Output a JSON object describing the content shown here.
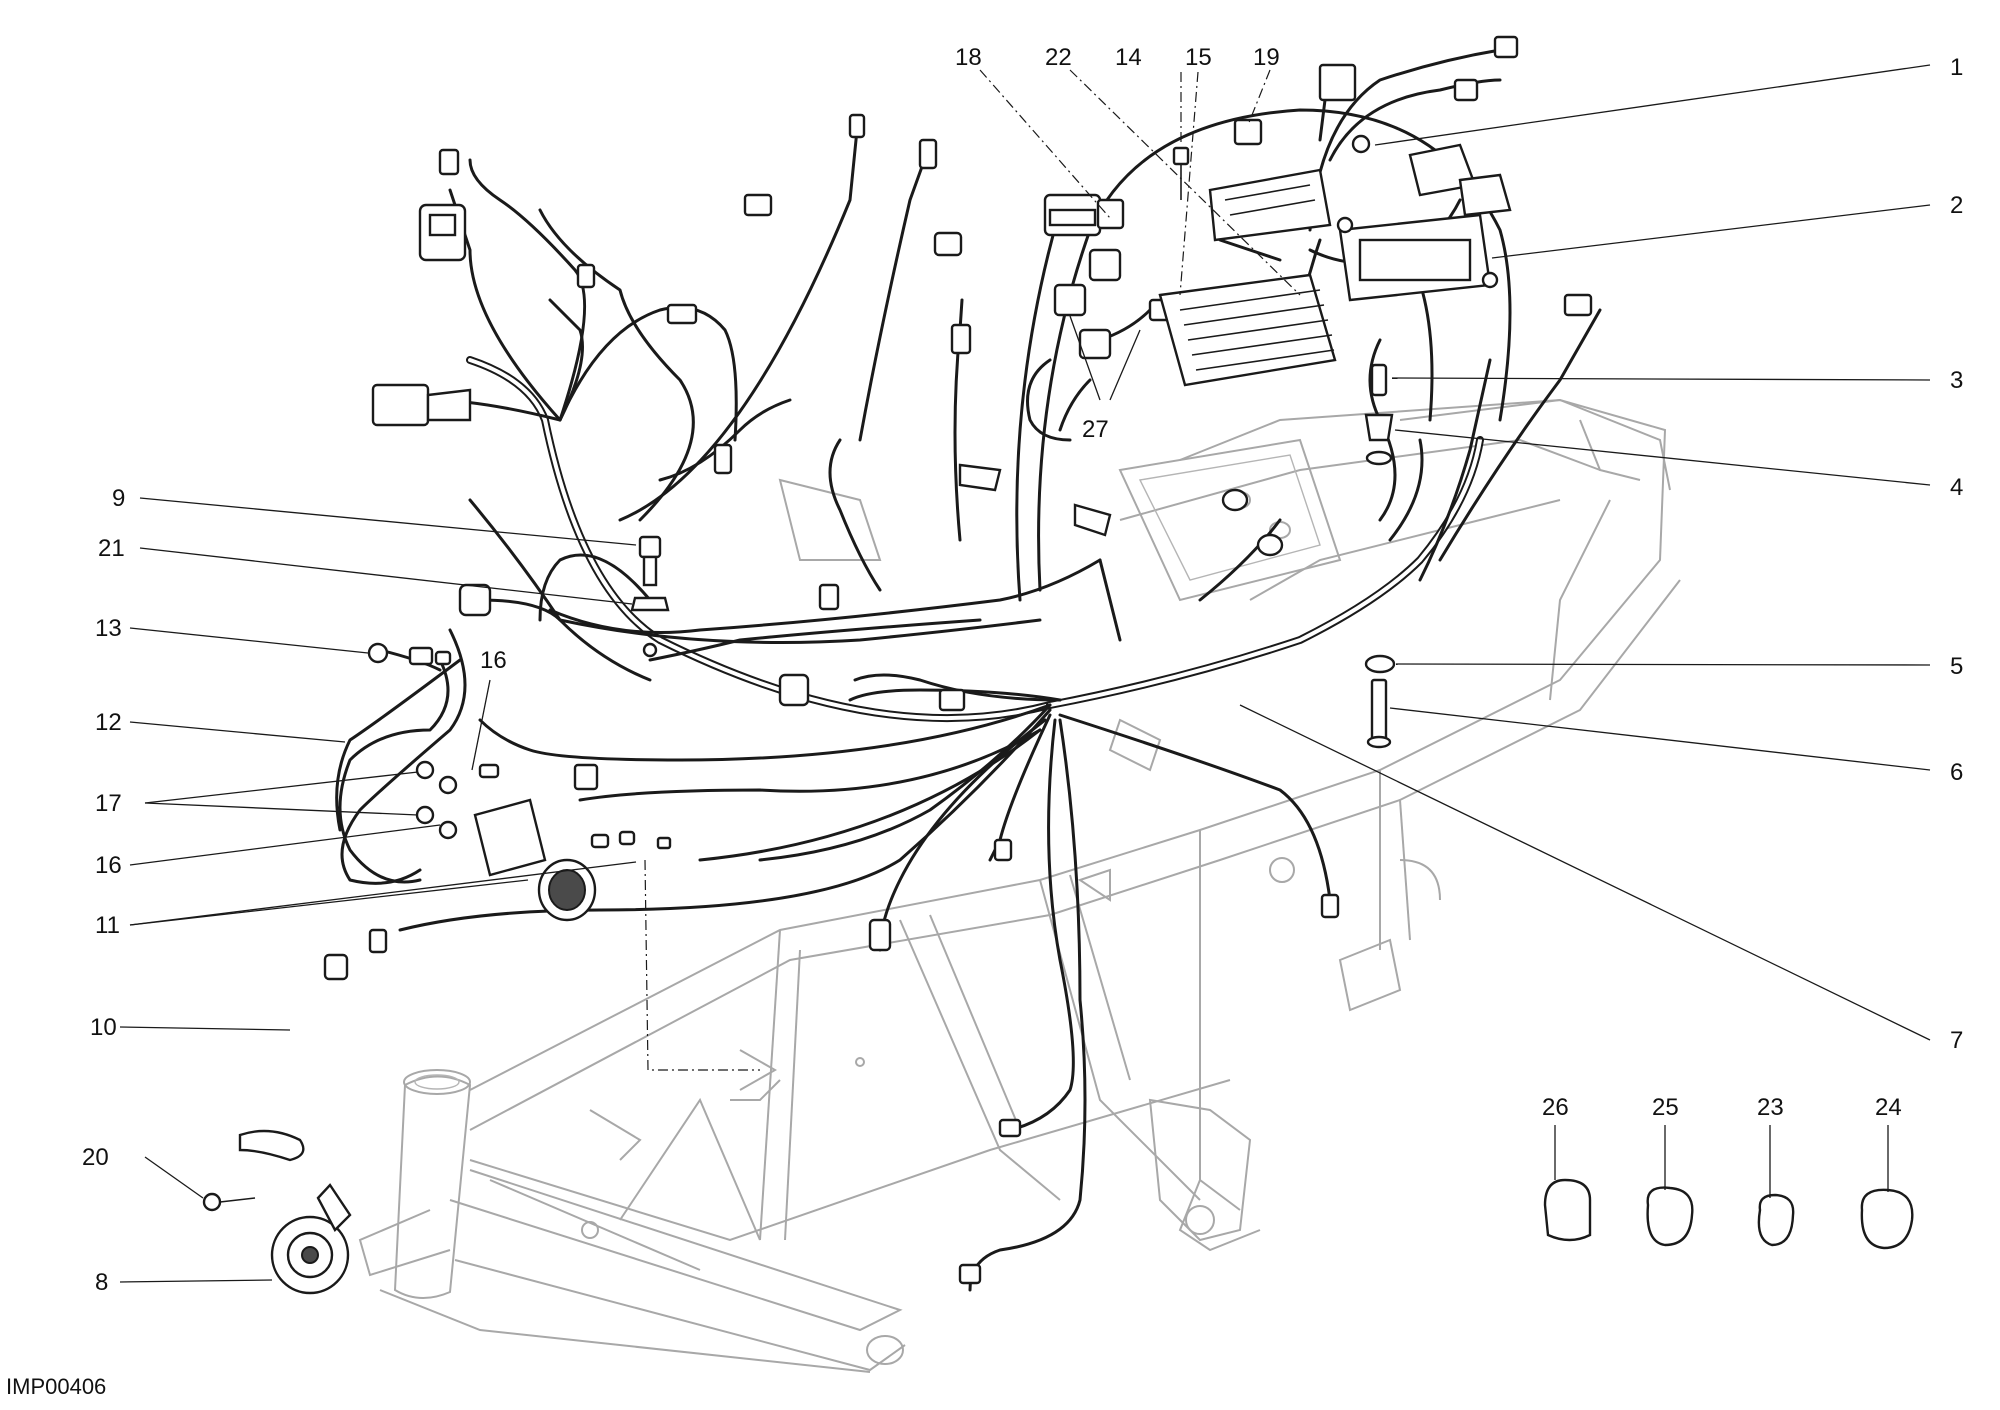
{
  "callouts": [
    "1",
    "2",
    "3",
    "4",
    "5",
    "6",
    "7",
    "8",
    "9",
    "10",
    "11",
    "12",
    "13",
    "14",
    "15",
    "16",
    "16",
    "17",
    "18",
    "19",
    "20",
    "21",
    "22",
    "23",
    "24",
    "25",
    "26",
    "27"
  ],
  "drawing_code": "IMP00406",
  "colors": {
    "ink": "#1a1a1a",
    "frame": "#a8a8a8",
    "background": "#ffffff"
  }
}
